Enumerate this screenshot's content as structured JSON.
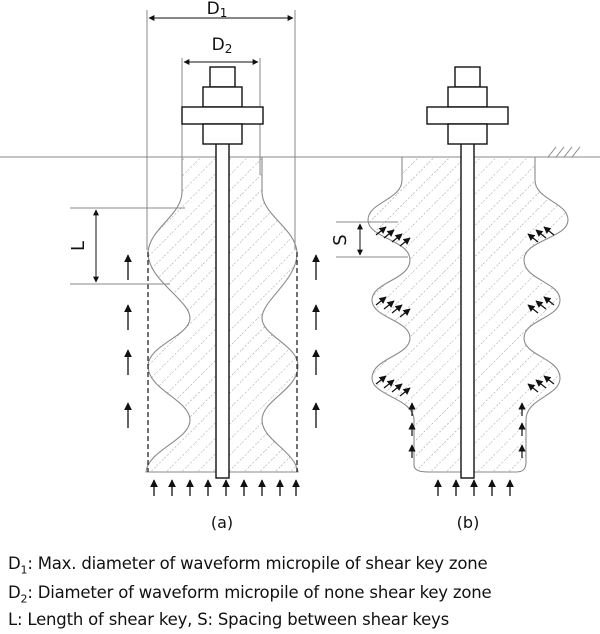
{
  "labels": {
    "d1": "D",
    "d1_sub": "1",
    "d2": "D",
    "d2_sub": "2",
    "length": "L",
    "spacing": "S",
    "panel_a": "(a)",
    "panel_b": "(b)"
  },
  "legend": {
    "line1": {
      "sym": "D",
      "sub": "1",
      "text": ": Max. diameter of waveform micropile of shear key zone"
    },
    "line2": {
      "sym": "D",
      "sub": "2",
      "text": ": Diameter of waveform micropile of none shear key zone"
    },
    "line3": {
      "text": "L: Length of shear key, S: Spacing between shear keys"
    }
  },
  "colors": {
    "line": "#111111",
    "hatch": "#9a9a9a",
    "outline": "#8a8a8a"
  }
}
